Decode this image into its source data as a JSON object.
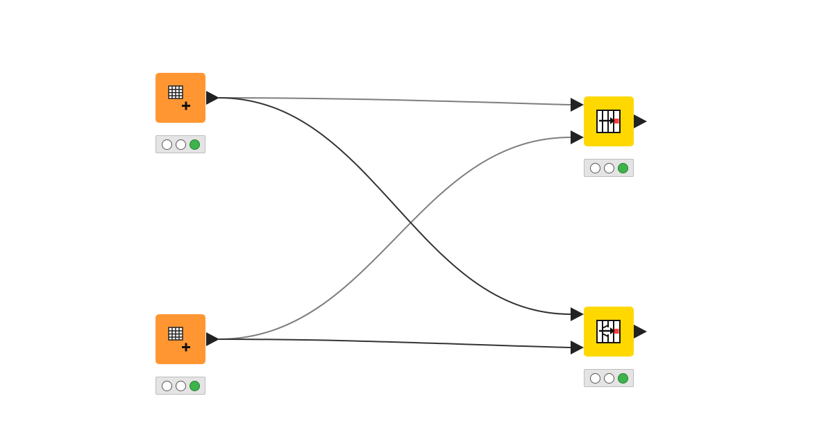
{
  "workflow": {
    "background": "#ffffff"
  },
  "colors": {
    "source_node": "#ff9632",
    "manipulator_node": "#ffd800",
    "status_bar_bg": "#e4e4e4",
    "light_green": "#3cb44a",
    "connection_dark": "#333333",
    "connection_light": "#7d7d7d",
    "port": "#222222",
    "icon_red": "#ff3b3b"
  },
  "nodes": [
    {
      "id": "table-creator-1",
      "type": "source",
      "icon": "table-add-icon",
      "label": "",
      "status": [
        "idle",
        "idle",
        "executed"
      ]
    },
    {
      "id": "table-creator-2",
      "type": "source",
      "icon": "table-add-icon",
      "label": "",
      "status": [
        "idle",
        "idle",
        "executed"
      ]
    },
    {
      "id": "joiner-1",
      "type": "manipulator",
      "icon": "joiner-icon",
      "label": "",
      "status": [
        "idle",
        "idle",
        "executed"
      ]
    },
    {
      "id": "joiner-2",
      "type": "manipulator",
      "icon": "joiner-icon",
      "label": "",
      "status": [
        "idle",
        "idle",
        "executed"
      ]
    }
  ],
  "connections": [
    {
      "from": "table-creator-1",
      "to": "joiner-1",
      "to_port": 1,
      "style": "light"
    },
    {
      "from": "table-creator-1",
      "to": "joiner-2",
      "to_port": 1,
      "style": "dark"
    },
    {
      "from": "table-creator-2",
      "to": "joiner-1",
      "to_port": 2,
      "style": "light"
    },
    {
      "from": "table-creator-2",
      "to": "joiner-2",
      "to_port": 2,
      "style": "dark"
    }
  ]
}
